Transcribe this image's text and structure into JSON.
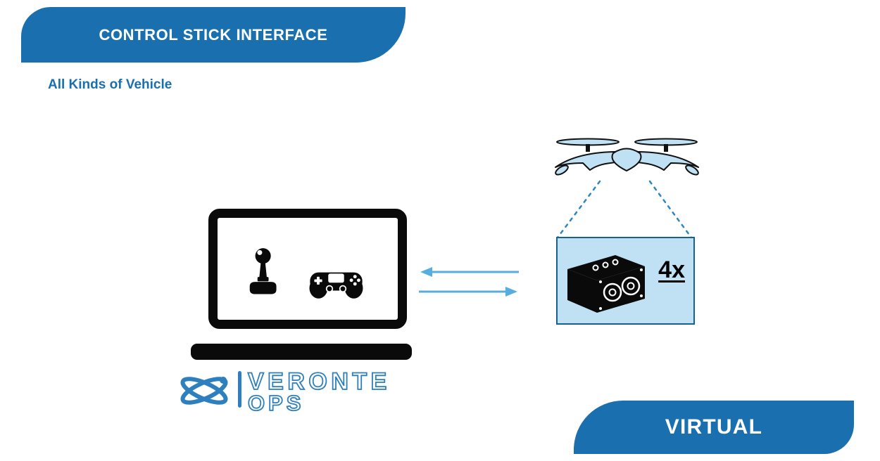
{
  "header": {
    "banner_label": "CONTROL STICK INTERFACE",
    "subtitle": "All Kinds of Vehicle"
  },
  "footer": {
    "banner_label": "VIRTUAL"
  },
  "laptop": {
    "screen_icons": [
      "joystick-icon",
      "gamepad-icon"
    ],
    "logo": {
      "primary": "VERONTE",
      "secondary": "OPS"
    }
  },
  "autopilot": {
    "count_label": "4x",
    "icon": "autopilot-unit-icon"
  },
  "drone": {
    "icon": "quadcopter-drone-icon"
  },
  "links": {
    "arrows_icon": "bidirectional-arrows-icon",
    "dashed_callout_icon": "dashed-zoom-lines-icon"
  },
  "colors": {
    "banner_blue": "#1a6fae",
    "arrow_light_blue": "#58ade0",
    "dashed_line_blue": "#2e86c1",
    "box_fill_light_blue": "#bfe1f3",
    "box_border_blue": "#15628f",
    "logo_blue": "#2e7fbe",
    "ink_black": "#0a0a0a"
  }
}
